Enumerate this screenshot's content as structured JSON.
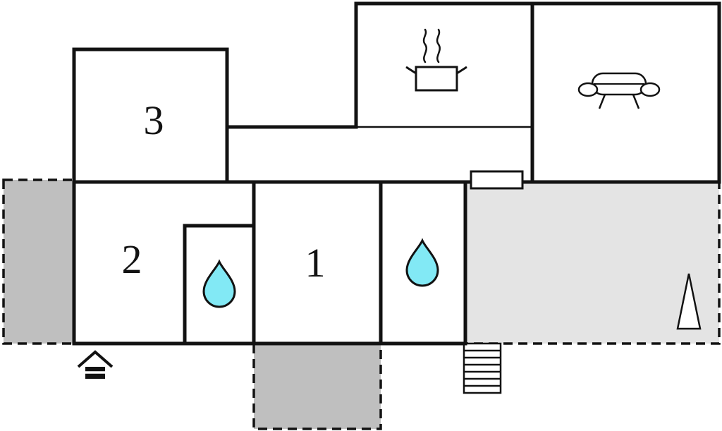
{
  "rooms": {
    "three": {
      "label": "3"
    },
    "two": {
      "label": "2"
    },
    "one": {
      "label": "1"
    }
  },
  "icons": {
    "kitchen": "cooking-pot-with-steam",
    "living_room": "sofa",
    "bathroom_large": "water-drop",
    "bathroom_small": "water-drop",
    "terrace": "tree",
    "entrance": "stairs",
    "yard": "well-house",
    "wall_opening": "window"
  },
  "colors": {
    "wall": "#121212",
    "room_fill": "#ffffff",
    "terrace_left_fill": "#bfbfbf",
    "terrace_right_fill": "#e4e4e4",
    "patio_fill": "#bfbfbf",
    "water_drop_fill": "#82e9f5"
  },
  "stairs": {
    "steps": 7
  }
}
